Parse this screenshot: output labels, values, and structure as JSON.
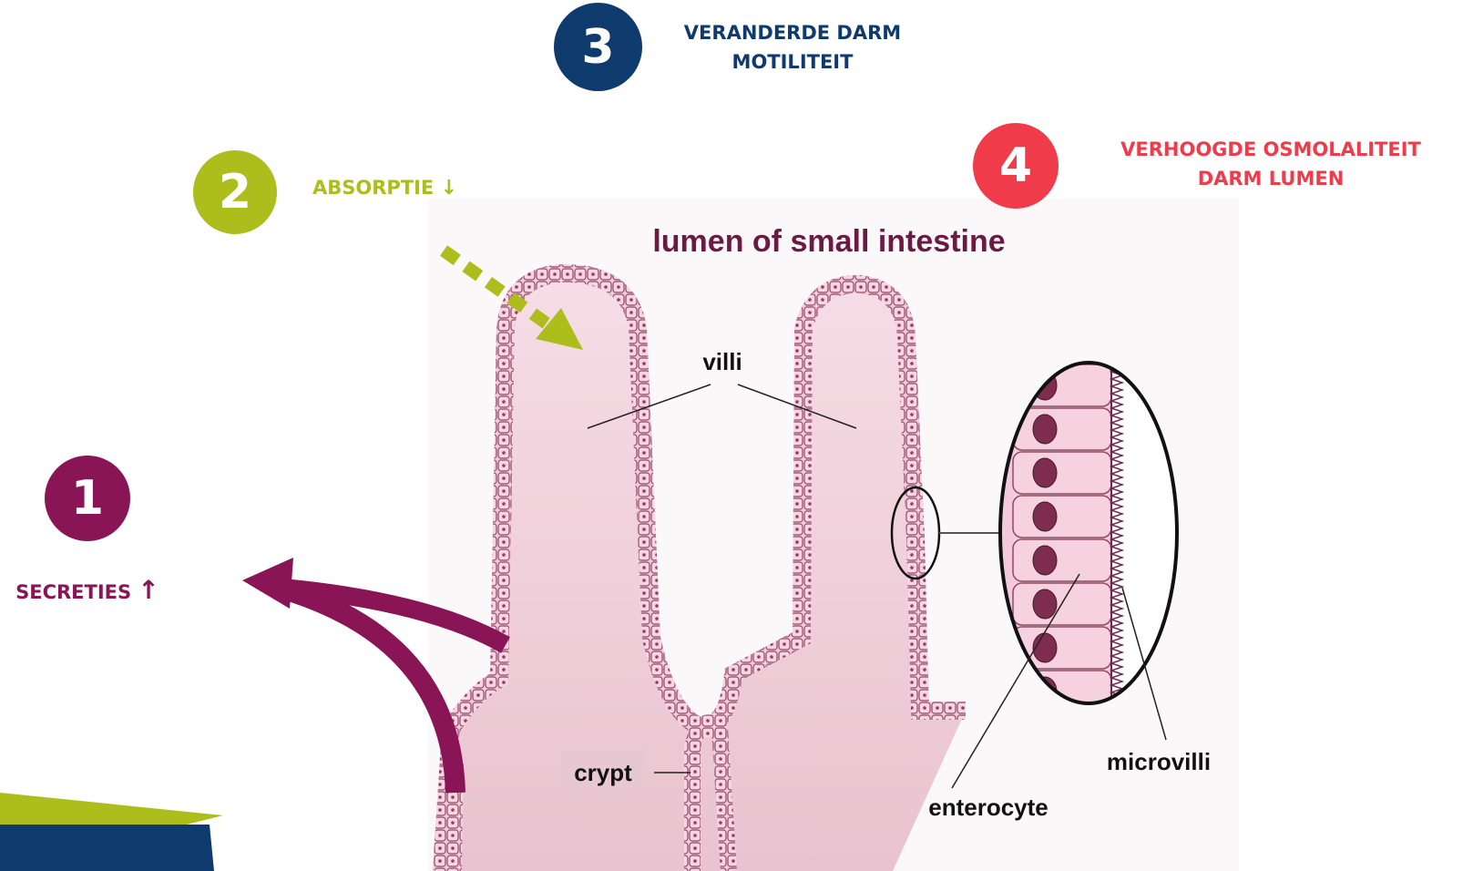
{
  "factors": [
    {
      "number": "1",
      "label": "SECRETIES",
      "arrow": "↑",
      "color": "#8a1556"
    },
    {
      "number": "2",
      "label": "ABSORPTIE",
      "arrow": "↓",
      "color": "#adbe1c"
    },
    {
      "number": "3",
      "label_line1": "VERANDERDE DARM",
      "label_line2": "MOTILITEIT",
      "color": "#0e3a6e"
    },
    {
      "number": "4",
      "label_line1": "VERHOOGDE OSMOLALITEIT",
      "label_line2": "DARM LUMEN",
      "color": "#ef3b4a"
    }
  ],
  "diagram": {
    "title": "lumen of small intestine",
    "labels": {
      "villi": "villi",
      "crypt": "crypt",
      "enterocyte": "enterocyte",
      "microvilli": "microvilli"
    },
    "colors": {
      "tissue": "#f0d3dc",
      "cell_border": "#8e4a6a",
      "title": "#6b1a44"
    }
  }
}
